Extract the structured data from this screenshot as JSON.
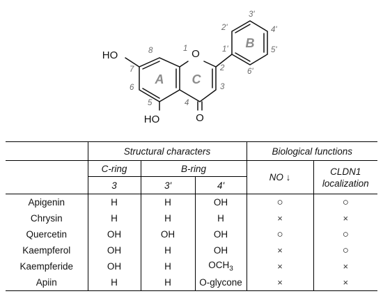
{
  "structure": {
    "atoms": {
      "o1": "O",
      "o4": "O",
      "oh7": "HO",
      "oh5": "HO"
    },
    "positions": [
      "1",
      "2",
      "3",
      "4",
      "5",
      "6",
      "7",
      "8",
      "1'",
      "2'",
      "3'",
      "4'",
      "5'",
      "6'"
    ],
    "rings": [
      "A",
      "C",
      "B"
    ]
  },
  "table": {
    "group_headers": {
      "structural": "Structural characters",
      "biological": "Biological functions"
    },
    "sub_headers": {
      "c_ring": "C-ring",
      "b_ring": "B-ring",
      "no": "NO ↓",
      "cldn1": "CLDN1 localization"
    },
    "position_headers": {
      "c3": "3",
      "b3": "3'",
      "b4": "4'"
    },
    "rows": [
      {
        "name": "Apigenin",
        "c3": "H",
        "b3": "H",
        "b4": "OH",
        "no": "○",
        "cldn1": "○"
      },
      {
        "name": "Chrysin",
        "c3": "H",
        "b3": "H",
        "b4": "H",
        "no": "×",
        "cldn1": "×"
      },
      {
        "name": "Quercetin",
        "c3": "OH",
        "b3": "OH",
        "b4": "OH",
        "no": "○",
        "cldn1": "○"
      },
      {
        "name": "Kaempferol",
        "c3": "OH",
        "b3": "H",
        "b4": "OH",
        "no": "×",
        "cldn1": "○"
      },
      {
        "name": "Kaempferide",
        "c3": "OH",
        "b3": "H",
        "b4": "OCH3",
        "no": "×",
        "cldn1": "×"
      },
      {
        "name": "Apiin",
        "c3": "H",
        "b3": "H",
        "b4": "O-glycone",
        "no": "×",
        "cldn1": "×"
      }
    ]
  },
  "colors": {
    "ink": "#111111",
    "number_gray": "#6a6a6a",
    "ring_gray": "#8c8c8c"
  }
}
